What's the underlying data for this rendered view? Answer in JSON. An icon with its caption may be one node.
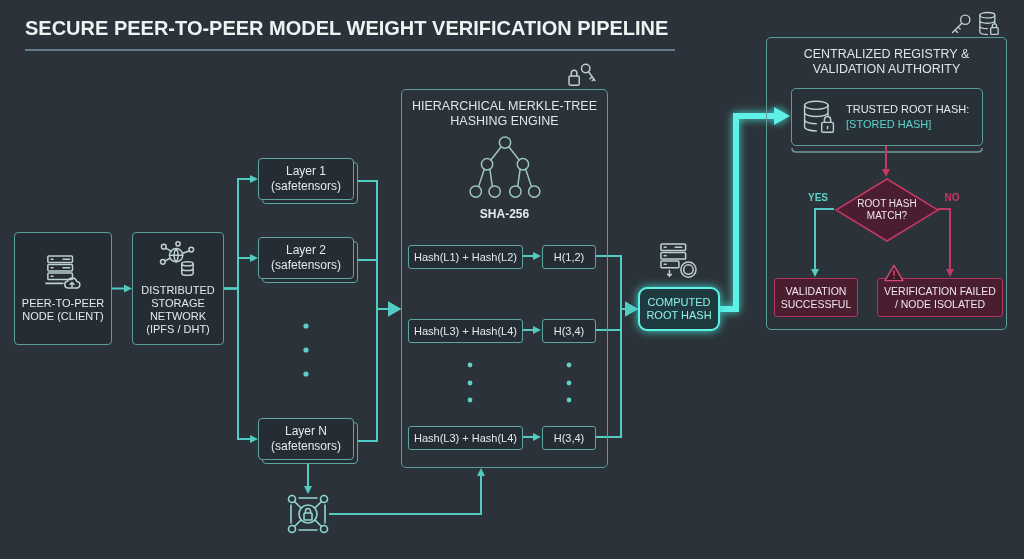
{
  "diagram": {
    "title": "SECURE PEER-TO-PEER MODEL WEIGHT VERIFICATION PIPELINE",
    "nodes": [
      {
        "text": [
          "PEER-TO-PEER NODE (CLIENT)"
        ]
      },
      {
        "text": [
          "DISTRIBUTED STORAGE NETWORK (IPFS / DHT)"
        ]
      },
      {
        "text": [
          "Layer 1 (safetensors)"
        ]
      },
      {
        "text": [
          "Layer 2 (safetensors)"
        ]
      },
      {
        "text": [
          "Layer N (safetensors)"
        ]
      },
      {
        "text": [
          "HIERARCHICAL MERKLE-TREE HASHING ENGINE",
          "SHA-256"
        ]
      },
      {
        "text": [
          "Hash(L1) + Hash(L2)"
        ],
        "in": 5
      },
      {
        "text": [
          "H(1,2)"
        ],
        "in": 5
      },
      {
        "text": [
          "Hash(L3) + Hash(L4)"
        ],
        "in": 5
      },
      {
        "text": [
          "H(3,4)"
        ],
        "in": 5
      },
      {
        "text": [
          "Hash(L3) + Hash(L4)"
        ],
        "in": 5
      },
      {
        "text": [
          "H(3,4)"
        ],
        "in": 5
      },
      {
        "text": [],
        "shape": "picture"
      },
      {
        "text": [
          "COMPUTED ROOT HASH"
        ]
      },
      {
        "text": [
          "CENTRALIZED REGISTRY & VALIDATION AUTHORITY"
        ]
      },
      {
        "text": [
          "TRUSTED ROOT HASH:",
          "[STORED HASH]"
        ],
        "in": 14
      },
      {
        "text": [
          "ROOT HASH MATCH?"
        ],
        "in": 14
      },
      {
        "text": [
          "VALIDATION SUCCESSFUL"
        ],
        "in": 14
      },
      {
        "text": [
          "VERIFICATION FAILED / NODE ISOLATED"
        ],
        "in": 14
      }
    ],
    "edges": [
      {
        "from": 0,
        "to": 1,
        "arrow": "to"
      },
      {
        "from": 1,
        "to": 2,
        "arrow": "to"
      },
      {
        "from": 1,
        "to": 3,
        "arrow": "to"
      },
      {
        "from": 1,
        "to": 4,
        "arrow": "to"
      },
      {
        "from": 2,
        "to": 5,
        "arrow": "to"
      },
      {
        "from": 3,
        "to": 5,
        "arrow": "to"
      },
      {
        "from": 4,
        "to": 5,
        "arrow": "to"
      },
      {
        "from": 6,
        "to": 7,
        "arrow": "to"
      },
      {
        "from": 8,
        "to": 9,
        "arrow": "to"
      },
      {
        "from": 10,
        "to": 11,
        "arrow": "to"
      },
      {
        "from": 7,
        "to": 13,
        "arrow": "to"
      },
      {
        "from": 9,
        "to": 13,
        "arrow": "to"
      },
      {
        "from": 11,
        "to": 13,
        "arrow": "to"
      },
      {
        "from": 4,
        "to": 12,
        "arrow": "to"
      },
      {
        "from": 12,
        "to": 5,
        "arrow": "to"
      },
      {
        "from": 13,
        "to": 15,
        "arrow": "to",
        "style": "thick",
        "color": "#5ff0e6"
      },
      {
        "from": 15,
        "to": 16,
        "arrow": "to",
        "color": "#c23a64"
      },
      {
        "from": 16,
        "to": 17,
        "arrow": "to",
        "label": "YES"
      },
      {
        "from": 16,
        "to": 18,
        "arrow": "to",
        "label": "NO",
        "color": "#c23a64"
      }
    ]
  }
}
